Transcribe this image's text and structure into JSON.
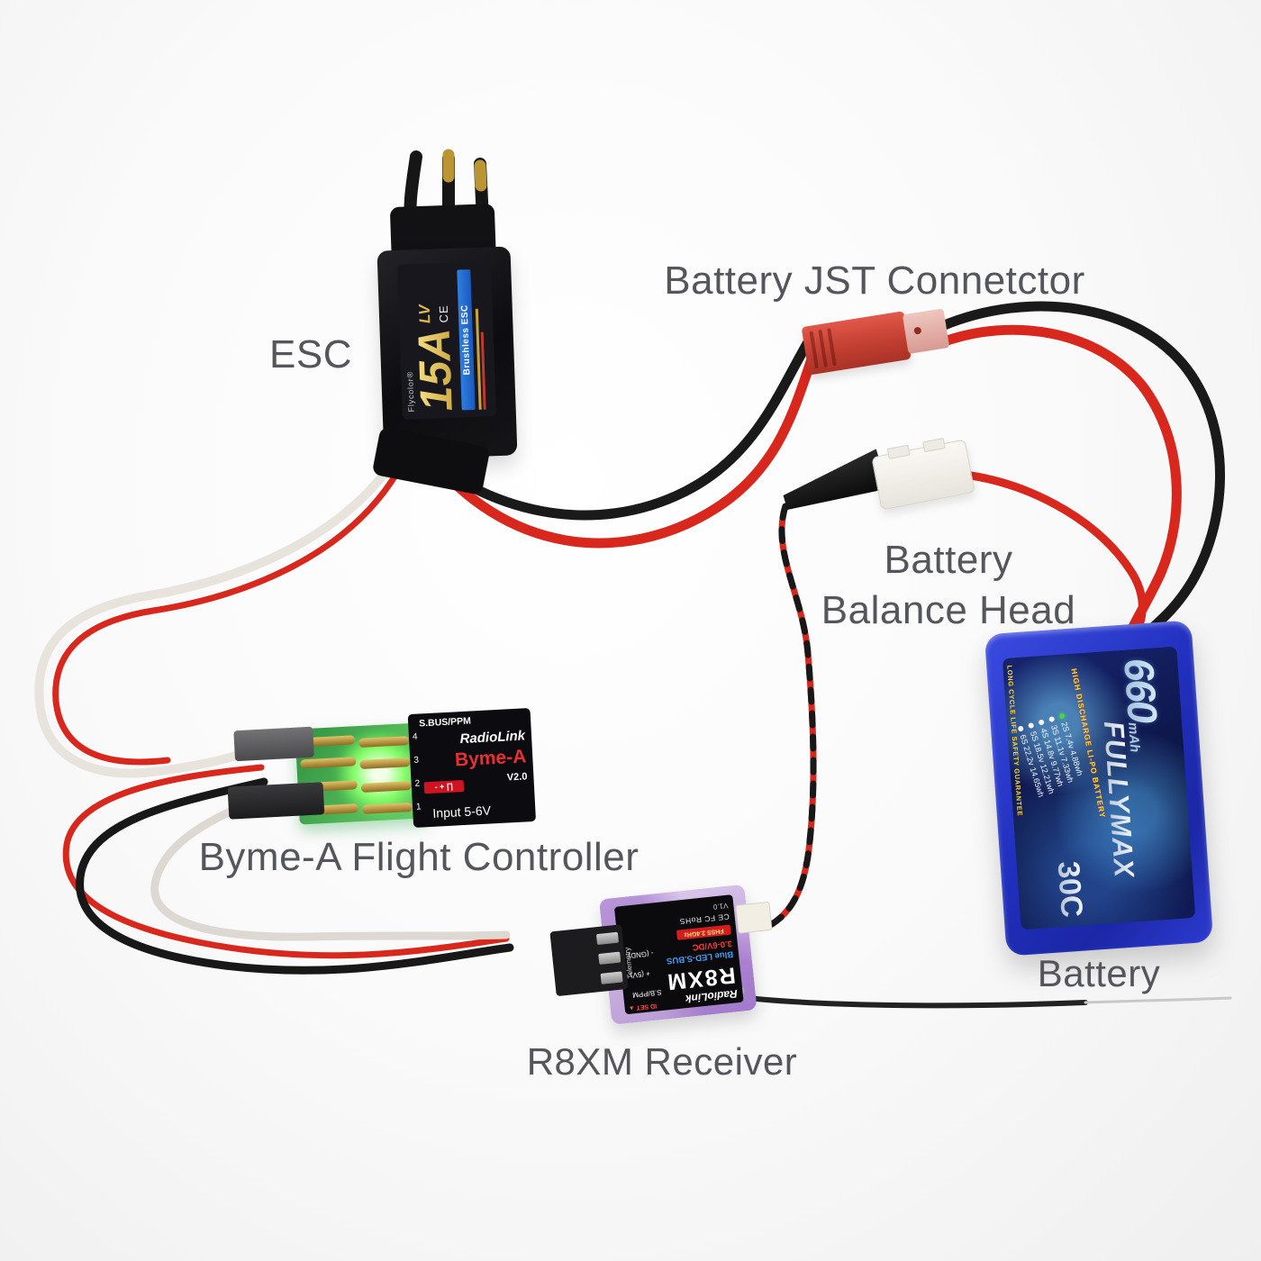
{
  "annotations": {
    "esc": "ESC",
    "jst": "Battery JST Connetctor",
    "balance_line1": "Battery",
    "balance_line2": "Balance Head",
    "flight_controller": "Byme-A Flight Controller",
    "receiver": "R8XM Receiver",
    "battery": "Battery"
  },
  "esc": {
    "brand": "Flycolor®",
    "rating": "15A",
    "variant": "LV",
    "stripe": "Brushless ESC",
    "cert": "CE"
  },
  "flight_controller": {
    "bus": "S.BUS/PPM",
    "brand": "RadioLink",
    "model": "Byme-A",
    "version": "V2.0",
    "badge": "- + ∏",
    "input": "Input 5-6V",
    "channels": [
      "4",
      "3",
      "2",
      "1"
    ]
  },
  "receiver": {
    "brand": "RadioLink",
    "model": "R8XM",
    "led": "Blue LED-S.BUS",
    "voltage": "3.0-6V/DC",
    "rf": "FHSS 2.4GHz",
    "cert": "CE FC RoHS",
    "telemetry": "Telemetry",
    "version": "V1.0",
    "id_set": "ID SET ▲",
    "pins": [
      "S.B/PPM",
      "+ (5V)",
      "- (GND)"
    ]
  },
  "battery": {
    "brand": "FULLYMAX",
    "capacity": "660",
    "capacity_unit": "mAh",
    "discharge": "30C",
    "tagline": "HIGH DISCHARGE LI-PO BATTERY",
    "guarantee": "LONG CYCLE LIFE SAFETY GUARANTEE",
    "specs": [
      "2S 7.4v 4.88wh",
      "3S 11.1v 7.33wh",
      "4S 14.8v 9.77wh",
      "5S 18.5v 12.21wh",
      "6S 22.2v 14.65wh"
    ]
  },
  "colors": {
    "wire_red": "#d8281e",
    "wire_black": "#1a1a1a",
    "label_text": "#54565b",
    "battery_blue": "#2433c4",
    "jst_red": "#c8473a",
    "board_green": "#3fae4e",
    "receiver_purple": "#c6abdd",
    "led_green": "#86ff6a"
  }
}
